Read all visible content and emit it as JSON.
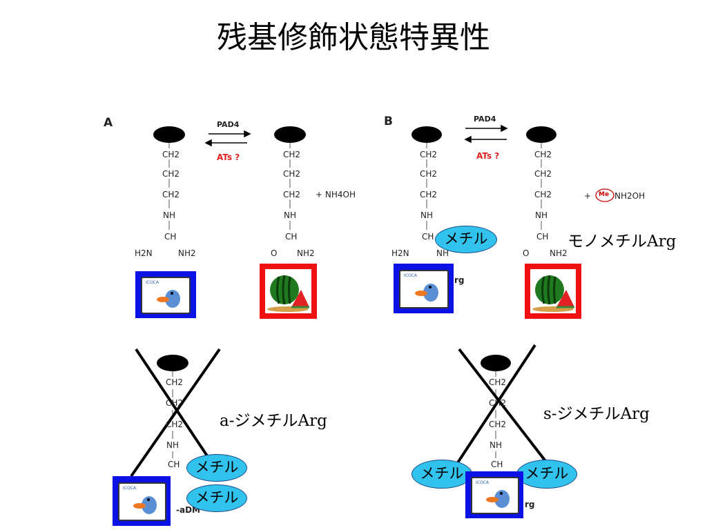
{
  "title": "残基修飾状態特異性",
  "panelA": {
    "letter": "A",
    "enzyme_forward": "PAD4",
    "enzyme_reverse": "ATs ?",
    "left_chain": [
      "CH2",
      "CH2",
      "CH2",
      "NH",
      "CH"
    ],
    "left_ends": [
      "H2N",
      "NH2"
    ],
    "right_chain": [
      "CH2",
      "CH2",
      "CH2",
      "NH",
      "CH"
    ],
    "right_ends": [
      "O",
      "NH2"
    ],
    "byproduct": "+ NH4OH"
  },
  "panelB": {
    "letter": "B",
    "enzyme_forward": "PAD4",
    "enzyme_reverse": "ATs ?",
    "left_chain": [
      "CH2",
      "CH2",
      "CH2",
      "NH",
      "CH"
    ],
    "left_ends": [
      "H2N",
      "NH"
    ],
    "right_chain": [
      "CH2",
      "CH2",
      "CH2",
      "NH",
      "CH"
    ],
    "right_ends": [
      "O",
      "NH2"
    ],
    "byproduct_prefix": "+",
    "byproduct_me": "Me",
    "byproduct_suffix": "NH2OH",
    "partial_label": "rg"
  },
  "lower_chain": [
    "CH2",
    "CH2",
    "CH2",
    "NH",
    "CH"
  ],
  "lowerLeft_partial": "-aDM",
  "lowerRight_partial": "rg",
  "methyl_label": "メチル",
  "labels": {
    "mono": "モノメチルArg",
    "a_di": "a-ジメチルArg",
    "s_di": "s-ジメチルArg"
  },
  "card_text": "ICOCA",
  "colors": {
    "blue": "#0a12e6",
    "red": "#ee1111",
    "methyl": "#31c3ee"
  }
}
